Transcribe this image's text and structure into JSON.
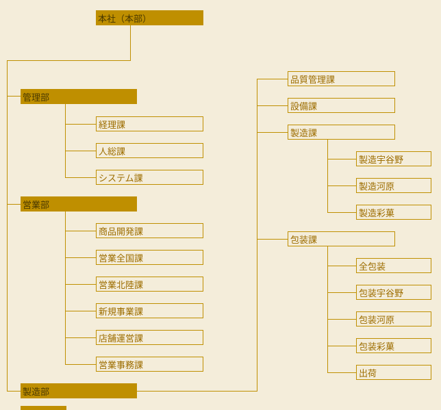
{
  "colors": {
    "background": "#f4edda",
    "accent_gold": "#bf8f00",
    "filled_box_text": "#4a3900",
    "outline_box_text": "#9d6d00"
  },
  "org_chart": {
    "nodes": {
      "honsha": "本社（本部）",
      "kanribu": "管理部",
      "keirika": "経理課",
      "jinsoka": "人総課",
      "shisutemuka": "システム課",
      "eigyobu": "営業部",
      "shohin_kaihatsuka": "商品開発課",
      "eigyo_zenkokuka": "営業全国課",
      "eigyo_hokurikuka": "営業北陸課",
      "shinki_jigyoka": "新規事業課",
      "tenpo_uneika": "店舗運営課",
      "eigyo_jimuka": "営業事務課",
      "seizobu": "製造部",
      "hinshitsu_kanrika": "品質管理課",
      "setsubika": "設備課",
      "seizoka": "製造課",
      "seizo_utano": "製造宇谷野",
      "seizo_kawahara": "製造河原",
      "seizo_saika": "製造彩菓",
      "hosoka": "包装課",
      "zen_hoso": "全包装",
      "hoso_utano": "包装宇谷野",
      "hoso_kawahara": "包装河原",
      "hoso_saika": "包装彩菓",
      "shukka": "出荷"
    },
    "hierarchy": {
      "honsha": [
        "kanribu",
        "eigyobu",
        "seizobu"
      ],
      "kanribu": [
        "keirika",
        "jinsoka",
        "shisutemuka"
      ],
      "eigyobu": [
        "shohin_kaihatsuka",
        "eigyo_zenkokuka",
        "eigyo_hokurikuka",
        "shinki_jigyoka",
        "tenpo_uneika",
        "eigyo_jimuka"
      ],
      "seizobu": [
        "hinshitsu_kanrika",
        "setsubika",
        "seizoka",
        "hosoka"
      ],
      "seizoka": [
        "seizo_utano",
        "seizo_kawahara",
        "seizo_saika"
      ],
      "hosoka": [
        "zen_hoso",
        "hoso_utano",
        "hoso_kawahara",
        "hoso_saika",
        "shukka"
      ]
    }
  }
}
